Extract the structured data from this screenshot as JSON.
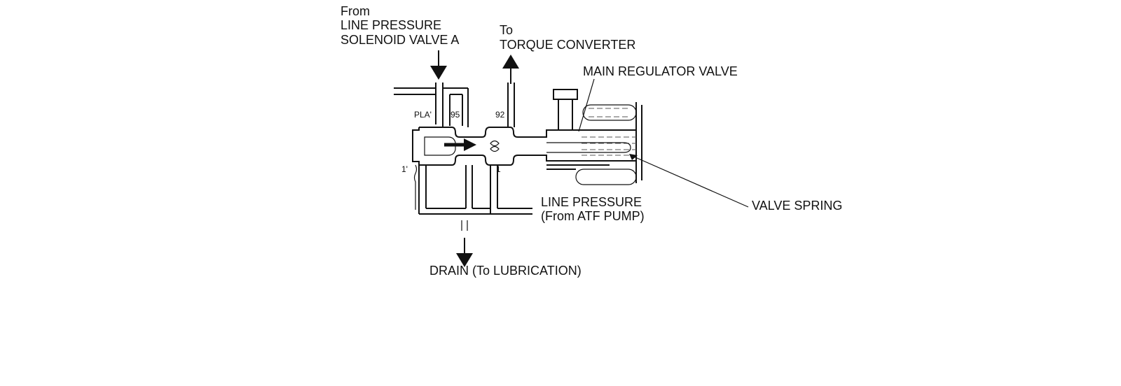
{
  "labels": {
    "from_line1": "From",
    "from_line2": "LINE PRESSURE",
    "from_line3": "SOLENOID VALVE A",
    "to_line1": "To",
    "to_line2": "TORQUE CONVERTER",
    "main_regulator_valve": "MAIN REGULATOR VALVE",
    "valve_spring": "VALVE SPRING",
    "line_pressure_line1": "LINE PRESSURE",
    "line_pressure_line2": "(From ATF PUMP)",
    "drain": "DRAIN (To LUBRICATION)"
  },
  "ports": {
    "pla": "PLA'",
    "p95": "95",
    "p92": "92",
    "p1prime": "1'",
    "p1": "1"
  },
  "colors": {
    "line": "#111111",
    "background": "#ffffff"
  }
}
